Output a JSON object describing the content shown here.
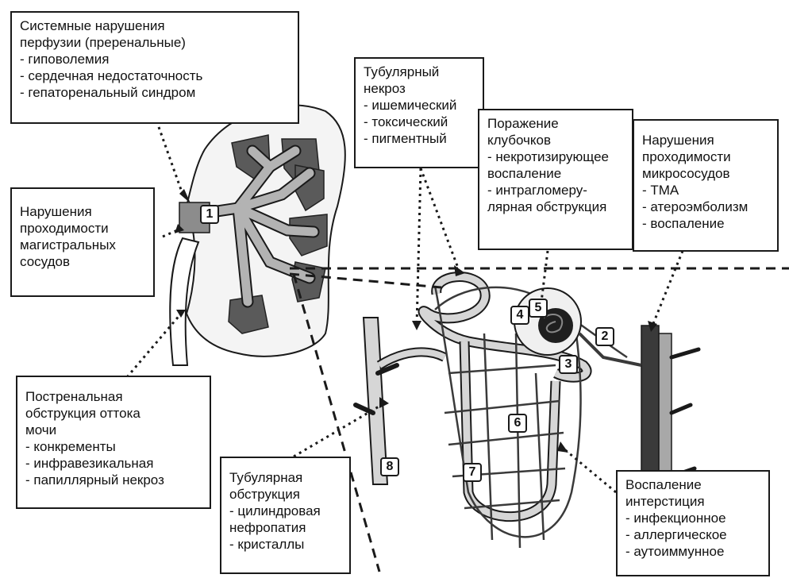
{
  "boxes": {
    "systemic": {
      "title": "Системные нарушения\nперфузии (преренальные)",
      "items": [
        "- гиповолемия",
        "- сердечная недостаточность",
        "- гепаторенальный синдром"
      ]
    },
    "main_vessels": {
      "title": "Нарушения\nпроходимости\nмагистральных\nсосудов",
      "items": []
    },
    "tubular_necrosis": {
      "title": "Тубулярный\nнекроз",
      "items": [
        "- ишемический",
        "- токсический",
        "- пигментный"
      ]
    },
    "glomerular": {
      "title": "Поражение\nклубочков",
      "items": [
        "- некротизирующее\nвоспаление",
        "- интрагломеру-\nлярная обструкция"
      ]
    },
    "microvessels": {
      "title": "Нарушения\nпроходимости\nмикрососудов",
      "items": [
        "- ТМА",
        "- атероэмболизм",
        "- воспаление"
      ]
    },
    "postrenal": {
      "title": "Постренальная\nобструкция оттока\nмочи",
      "items": [
        "- конкременты",
        "- инфравезикальная",
        "- папиллярный некроз"
      ]
    },
    "tubular_obstruction": {
      "title": "Тубулярная\nобструкция",
      "items": [
        "- цилиндровая\nнефропатия",
        "- кристаллы"
      ]
    },
    "interstitial": {
      "title": "Воспаление\nинтерстиция",
      "items": [
        "- инфекционное",
        "- аллергическое",
        "- аутоиммунное"
      ]
    }
  },
  "markers": [
    "1",
    "2",
    "3",
    "4",
    "5",
    "6",
    "7",
    "8"
  ],
  "colors": {
    "line": "#1a1a1a",
    "kidney_fill": "#f4f4f4",
    "artery": "#b3b3b3",
    "pyramid": "#5a5a5a",
    "vessel_dark": "#3a3a3a"
  }
}
